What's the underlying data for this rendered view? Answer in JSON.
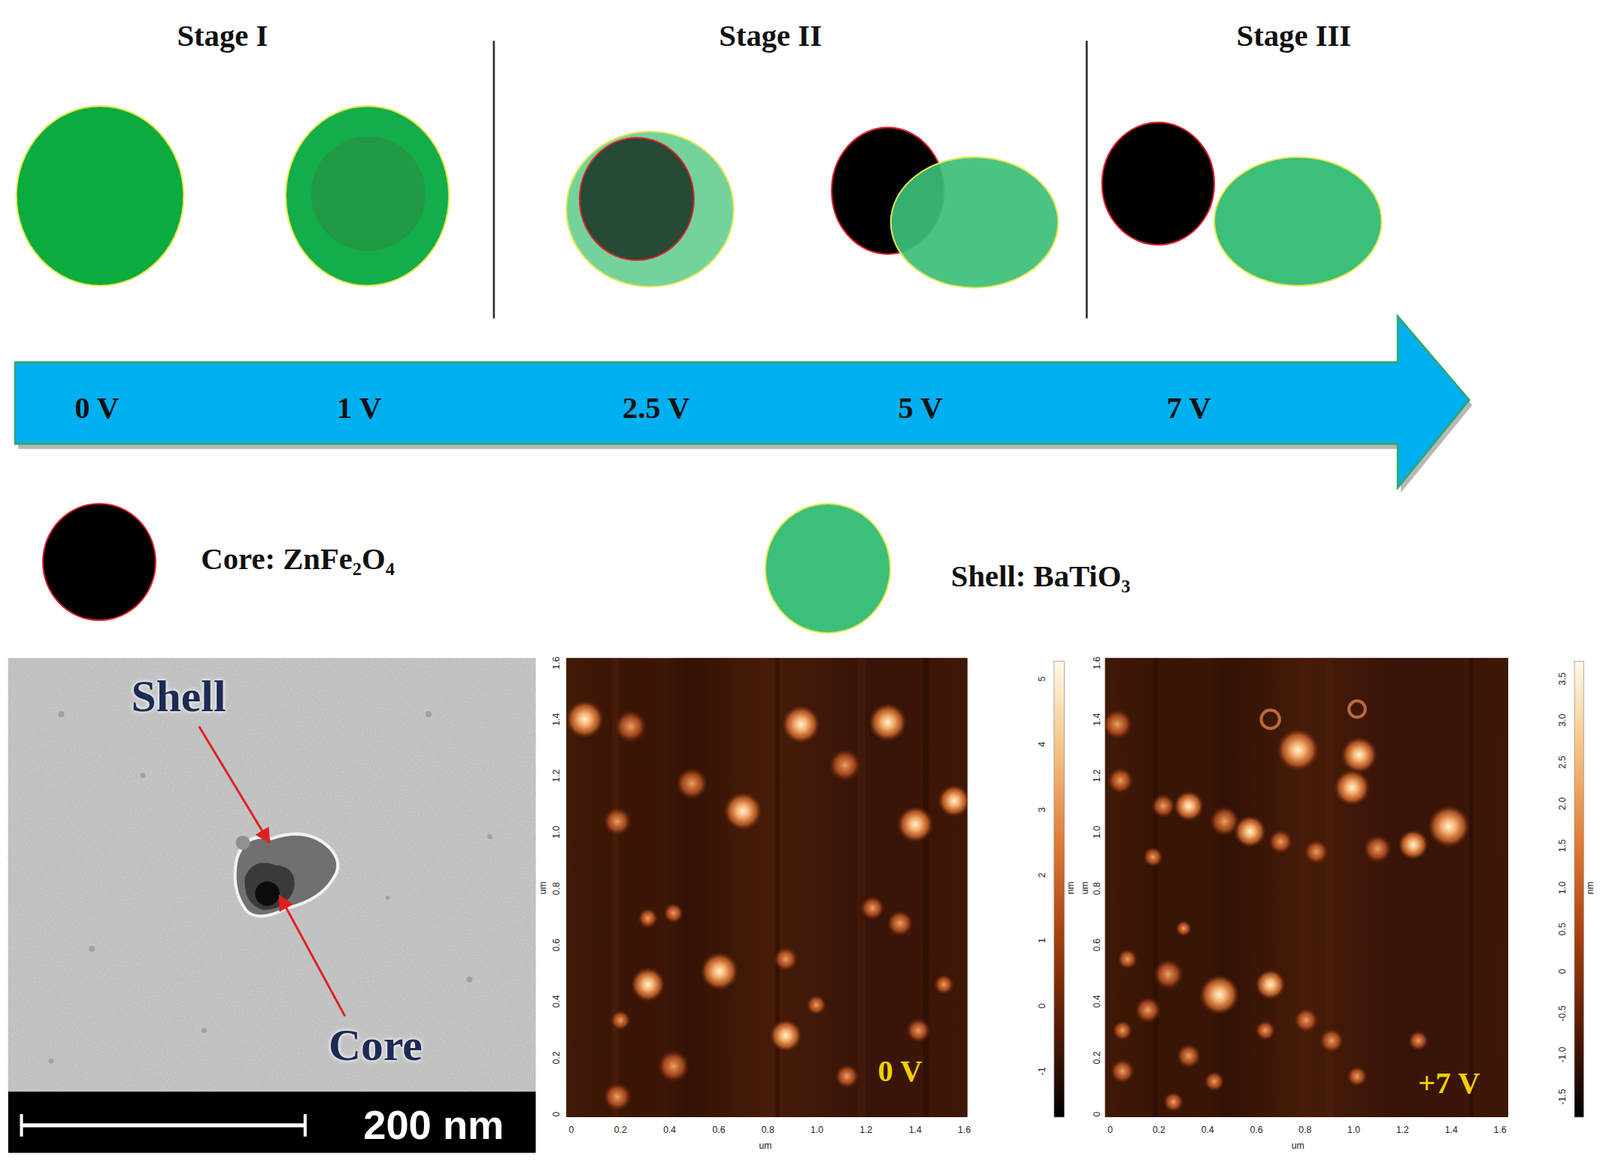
{
  "diagram": {
    "nodes": [
      {
        "text": [
          "0 V",
          "1 V",
          "2.5 V",
          "5 V",
          "7 V"
        ]
      }
    ],
    "labels": [
      "Stage I",
      "Stage II",
      "Stage III",
      "Shell",
      "Core",
      "200 nm",
      "1.6",
      "1.4",
      "1.2",
      "1.0",
      "0.8",
      "0.6",
      "0.4",
      "0.2",
      "0",
      "um",
      "0",
      "0.2",
      "0.4",
      "0.6",
      "0.8",
      "1.0",
      "1.2",
      "1.4",
      "1.6",
      "um",
      "5",
      "4",
      "3",
      "2",
      "1",
      "0",
      "-1",
      "nm",
      "0 V",
      "1.6",
      "1.4",
      "1.2",
      "1.0",
      "0.8",
      "0.6",
      "0.4",
      "0.2",
      "0",
      "um",
      "0",
      "0.2",
      "0.4",
      "0.6",
      "0.8",
      "1.0",
      "1.2",
      "1.4",
      "1.6",
      "um",
      "3.5",
      "3.0",
      "2.5",
      "2.0",
      "1.5",
      "1.0",
      "0.5",
      "0",
      "-0.5",
      "-1.0",
      "-1.5",
      "nm",
      "+7 V"
    ],
    "legend": [
      {
        "text": "Core: ZnFe₂O₄",
        "color": "#000000"
      },
      {
        "text": "Shell: BaTiO₃",
        "color": "#3cbf78"
      }
    ]
  }
}
